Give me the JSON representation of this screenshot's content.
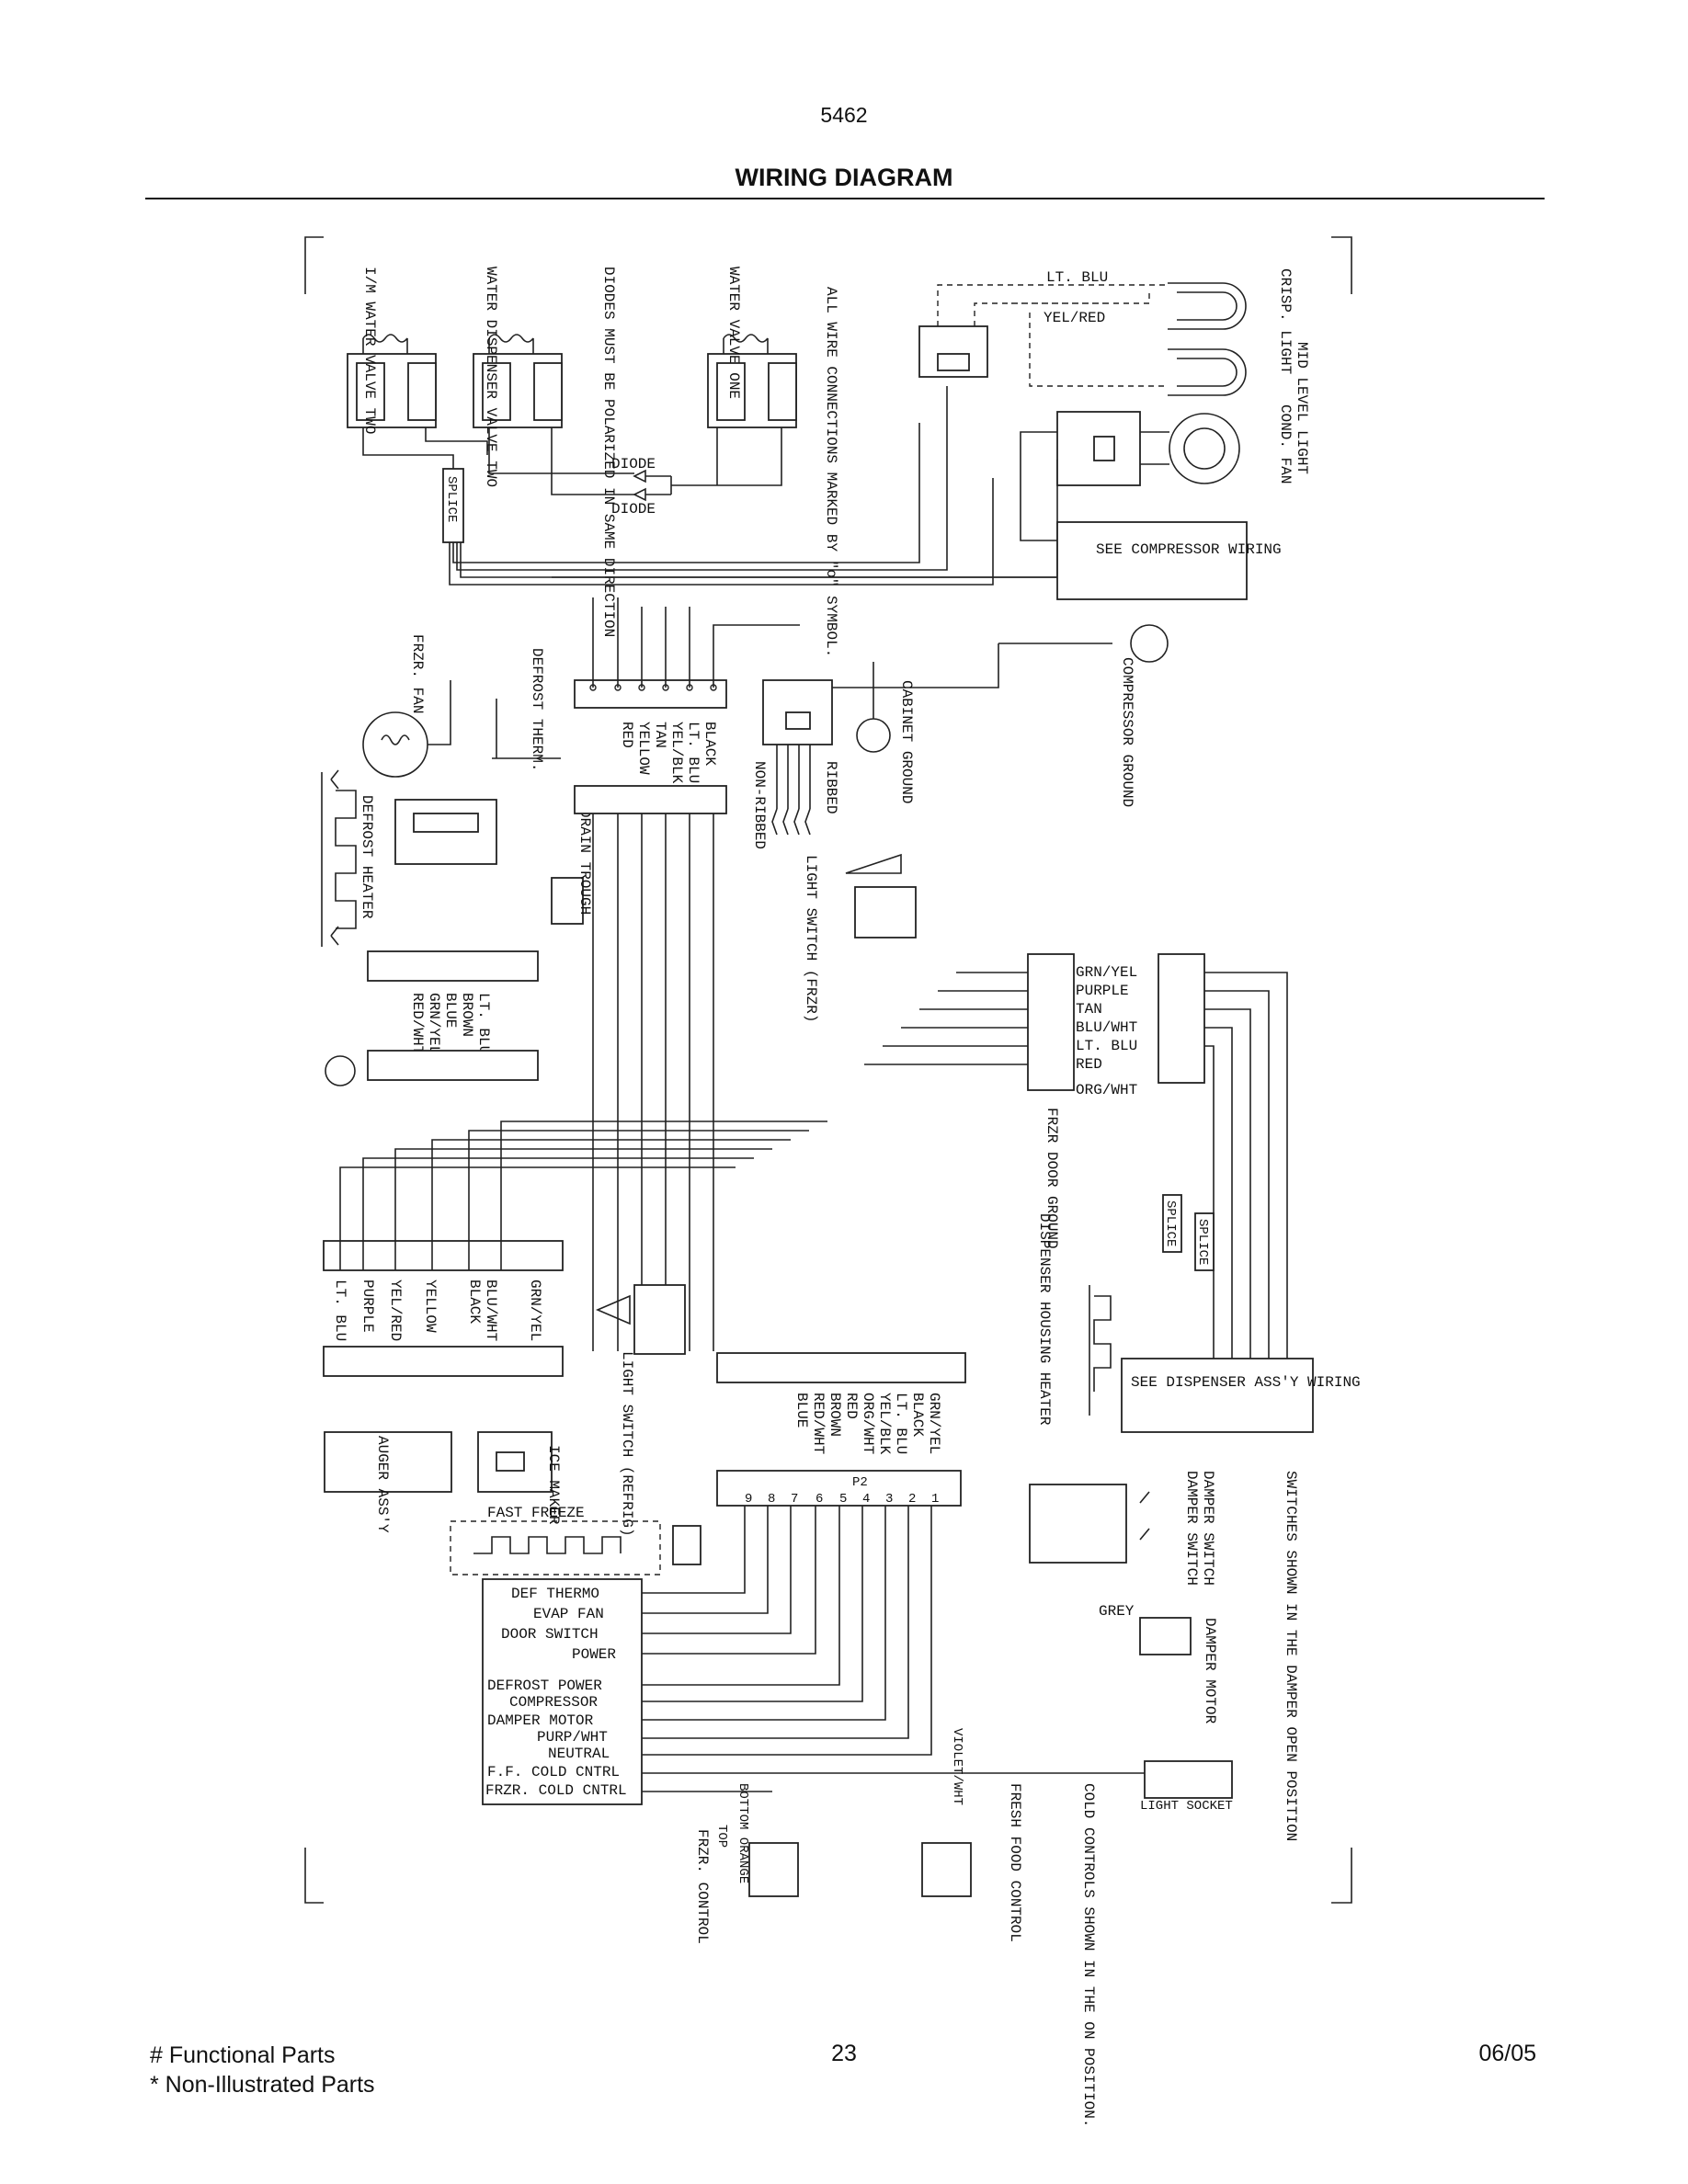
{
  "page": {
    "model": "5462",
    "title": "WIRING DIAGRAM",
    "page_number": "23",
    "date": "06/05"
  },
  "footer": {
    "legend_functional": "# Functional Parts",
    "legend_non_illustrated": "* Non-Illustrated Parts"
  },
  "components": {
    "im_water_valve": "I/M WATER VALVE TWO",
    "water_dispenser_valve": "WATER DISPENSER VALVE TWO",
    "diodes_note": "DIODES MUST BE POLARIZED IN SAME DIRECTION",
    "water_valve_one": "WATER VALVE ONE",
    "connections_note": "ALL WIRE CONNECTIONS MARKED BY \"o\" SYMBOL.",
    "crisp_light": "CRISP. LIGHT",
    "mid_level_light": "MID LEVEL LIGHT",
    "cond_fan": "COND. FAN",
    "diode_1": "DIODE",
    "diode_2": "DIODE",
    "splice": "SPLICE",
    "see_compressor": "SEE COMPRESSOR WIRING",
    "frzr_fan": "FRZR. FAN",
    "defrost_therm": "DEFROST THERM.",
    "cabinet_ground": "CABINET GROUND",
    "compressor_ground": "COMPRESSOR GROUND",
    "ribbed": "RIBBED",
    "non_ribbed": "NON-RIBBED",
    "defrost_heater": "DEFROST HEATER",
    "drain_trough": "DRAIN TROUGH",
    "light_switch_frzr": "LIGHT SWITCH (FRZR)",
    "frzr_door_ground": "FRZR DOOR GROUND",
    "dispenser_housing_heater": "DISPENSER HOUSING HEATER",
    "see_dispenser": "SEE DISPENSER ASS'Y WIRING",
    "light_switch_refrig": "LIGHT SWITCH (REFRIG)",
    "auger_assy": "AUGER ASS'Y",
    "ice_maker": "ICE MAKER",
    "fast_freeze": "FAST FREEZE",
    "damper_switch_1": "DAMPER SWITCH",
    "damper_switch_2": "DAMPER SWITCH",
    "damper_motor": "DAMPER MOTOR",
    "grey": "GREY",
    "switches_note": "SWITCHES SHOWN IN THE DAMPER OPEN POSITION",
    "light_socket": "LIGHT SOCKET",
    "cold_controls_note": "COLD CONTROLS SHOWN IN THE ON POSITION.",
    "fresh_food_control": "FRESH FOOD CONTROL",
    "frzr_control": "FRZR. CONTROL",
    "violet_wht": "VIOLET/WHT",
    "bottom_orange": "BOTTOM ORANGE",
    "top": "TOP",
    "p2": "P2",
    "lt_blu_top": "LT. BLU",
    "yel_red_top": "YEL/RED"
  },
  "wire_labels": {
    "upper_connector": [
      "BLACK",
      "LT. BLU",
      "YEL/BLK",
      "TAN",
      "YELLOW",
      "RED"
    ],
    "left_connector_1": [
      "LT. BLU",
      "BROWN",
      "BLUE",
      "GRN/YEL",
      "RED/WHT"
    ],
    "right_connector": [
      "GRN/YEL",
      "PURPLE",
      "TAN",
      "BLU/WHT",
      "LT. BLU",
      "RED",
      "ORG/WHT"
    ],
    "left_connector_2": [
      "GRN/YEL",
      "BLU/WHT",
      "BLACK",
      "YELLOW",
      "YEL/RED",
      "PURPLE",
      "LT. BLU"
    ],
    "lower_connector": [
      "GRN/YEL",
      "BLACK",
      "LT. BLU",
      "YEL/BLK",
      "ORG/WHT",
      "RED",
      "BROWN",
      "RED/WHT",
      "BLUE"
    ],
    "p2_pins": [
      "9",
      "8",
      "7",
      "6",
      "5",
      "4",
      "3",
      "2",
      "1"
    ],
    "control_board": [
      "DEF THERMO",
      "EVAP FAN",
      "DOOR SWITCH",
      "POWER",
      "DEFROST POWER",
      "COMPRESSOR",
      "DAMPER MOTOR",
      "PURP/WHT",
      "NEUTRAL",
      "F.F. COLD CNTRL",
      "FRZR. COLD CNTRL"
    ]
  }
}
